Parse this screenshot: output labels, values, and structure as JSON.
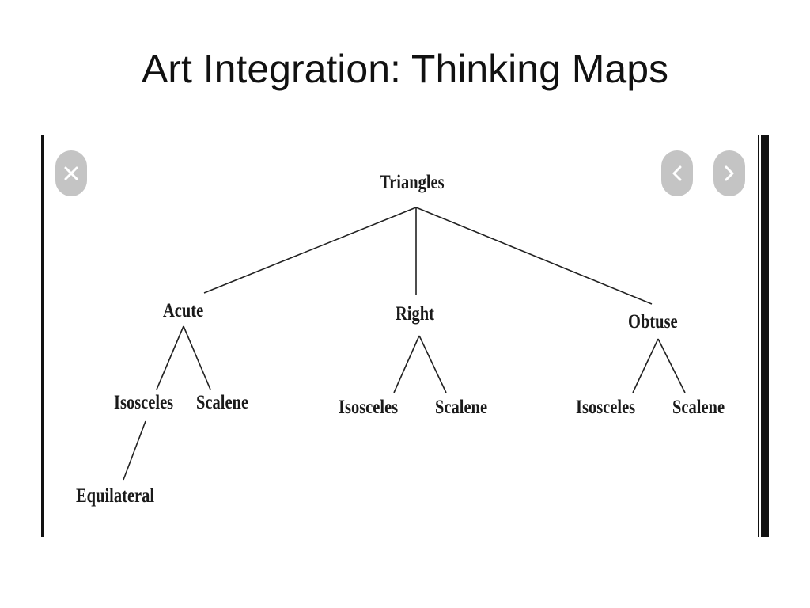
{
  "slide": {
    "title": "Art Integration: Thinking Maps"
  },
  "viewer": {
    "close_icon": "close-x-icon",
    "prev_icon": "chevron-left-icon",
    "next_icon": "chevron-right-icon",
    "button_color": "#c4c4c4"
  },
  "tree": {
    "root": "Triangles",
    "acute": {
      "label": "Acute",
      "children": [
        "Isosceles",
        "Scalene"
      ],
      "grandchild": "Equilateral"
    },
    "right": {
      "label": "Right",
      "children": [
        "Isosceles",
        "Scalene"
      ]
    },
    "obtuse": {
      "label": "Obtuse",
      "children": [
        "Isosceles",
        "Scalene"
      ]
    }
  }
}
